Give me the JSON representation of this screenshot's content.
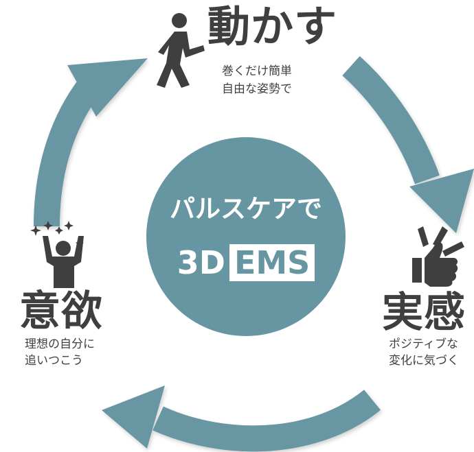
{
  "colors": {
    "accent": "#6796a3",
    "text": "#3f3f3f",
    "background": "#ffffff"
  },
  "center": {
    "line1": "パルスケアで",
    "line2_prefix": "3D",
    "line2_boxed": "EMS"
  },
  "steps": [
    {
      "title": "動かす",
      "sub1": "巻くだけ簡単",
      "sub2": "自由な姿勢で",
      "icon": "walking-person-icon"
    },
    {
      "title": "実感",
      "sub1": "ポジティブな",
      "sub2": "変化に気づく",
      "icon": "thumbs-up-icon"
    },
    {
      "title": "意欲",
      "sub1": "理想の自分に",
      "sub2": "追いつこう",
      "icon": "cheering-person-icon"
    }
  ]
}
